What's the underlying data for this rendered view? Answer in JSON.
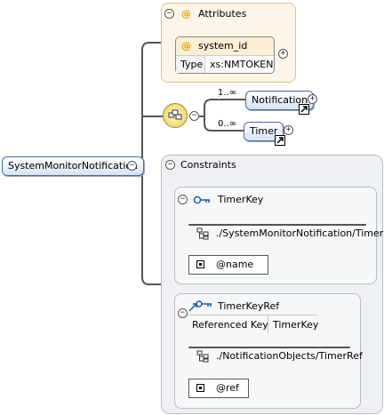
{
  "root": {
    "label": "SystemMonitorNotification"
  },
  "attributes": {
    "title": "Attributes",
    "attr_name": "system_id",
    "type_label": "Type",
    "type_value": "xs:NMTOKEN"
  },
  "sequence": {
    "children": [
      {
        "label": "Notification",
        "occurrence": "1..∞"
      },
      {
        "label": "Timer",
        "occurrence": "0..∞"
      }
    ]
  },
  "constraints": {
    "title": "Constraints",
    "key": {
      "title": "TimerKey",
      "selector": "./SystemMonitorNotification/Timer",
      "field": "@name"
    },
    "keyref": {
      "title": "TimerKeyRef",
      "referenced_label": "Referenced Key",
      "referenced_value": "TimerKey",
      "selector": "./NotificationObjects/TimerRef",
      "field": "@ref"
    }
  },
  "symbols": {
    "collapse": "−",
    "expand": "+",
    "at": "@"
  },
  "colors": {
    "element_border": "#4a6d95",
    "attribute_bg": "#fdf5e7",
    "constraint_bg": "#eef0f3"
  }
}
